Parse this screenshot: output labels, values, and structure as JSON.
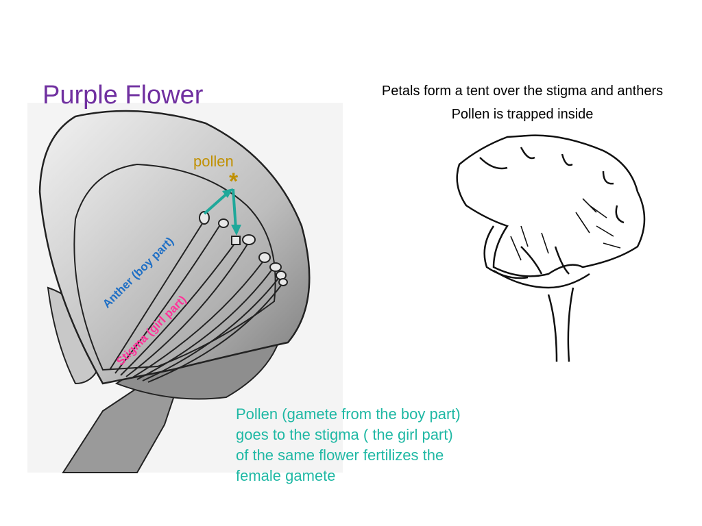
{
  "title": "Purple Flower",
  "caption_line1": "Petals form a tent over the stigma and anthers",
  "caption_line2": "Pollen is trapped inside",
  "pollen_label": "pollen",
  "pollen_star": "*",
  "anther_label": "Anther (boy part)",
  "stigma_label": "Stigma (girl part)",
  "explanation": "Pollen (gamete from the boy part) goes to the stigma ( the girl part) of the same flower fertilizes the female gamete",
  "colors": {
    "title": "#7030a0",
    "pollen": "#c09000",
    "anther": "#1f6fc5",
    "stigma": "#ff3399",
    "arrow": "#1fa89a",
    "explanation": "#1fb8a4"
  }
}
